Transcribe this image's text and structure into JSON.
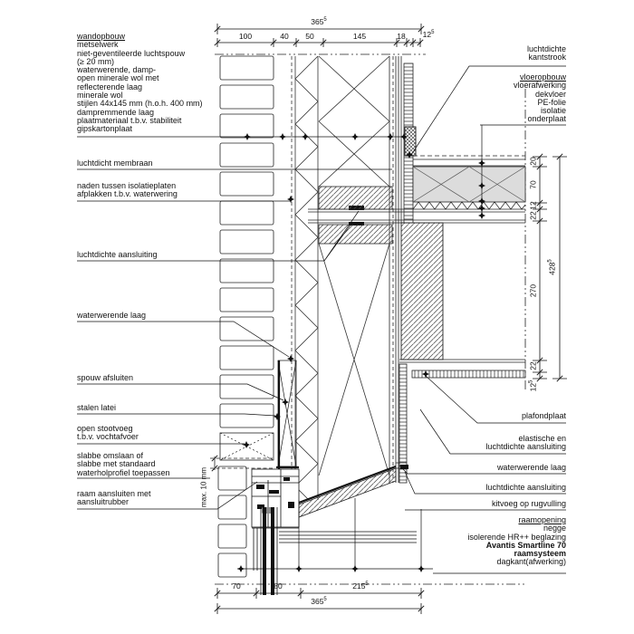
{
  "labels": {
    "left": [
      [
        "wandopbouw",
        "metselwerk",
        "niet-geventileerde luchtspouw",
        "(&#8805; 20 mm)",
        "waterwerende, damp-",
        "open minerale wol met",
        "reflecterende laag",
        "minerale wol",
        "stijlen 44x145 mm (h.o.h. 400 mm)",
        "dampremmende laag",
        "plaatmateriaal t.b.v. stabiliteit",
        "gipskartonplaat"
      ],
      [
        "luchtdicht membraan"
      ],
      [
        "naden tussen isolatieplaten",
        "afplakken t.b.v. waterwering"
      ],
      [
        "luchtdichte aansluiting"
      ],
      [
        "waterwerende laag"
      ],
      [
        "spouw afsluiten"
      ],
      [
        "stalen latei"
      ],
      [
        "open stootvoeg",
        "t.b.v. vochtafvoer"
      ],
      [
        "slabbe omslaan of",
        "slabbe met standaard",
        "waterholprofiel toepassen"
      ],
      [
        "raam aansluiten met",
        "aansluitrubber"
      ]
    ],
    "right": [
      [
        "luchtdichte",
        "kantstrook"
      ],
      [
        "vloeropbouw",
        "vloerafwerking",
        "dekvloer",
        "PE-folie",
        "isolatie",
        "onderplaat"
      ],
      [
        "plafondplaat"
      ],
      [
        "elastische en",
        "luchtdichte aansluiting"
      ],
      [
        "waterwerende laag"
      ],
      [
        "luchtdichte aansluiting"
      ],
      [
        "kitvoeg op rugvulling"
      ],
      [
        "raamopening",
        "negge",
        "isolerende HR++ beglazing",
        "Avantis Smartline 70",
        "raamsysteem",
        "dagkant(afwerking)"
      ]
    ]
  },
  "dims": {
    "top_total": {
      "v": "365",
      "sup": "5"
    },
    "top": [
      {
        "v": "100"
      },
      {
        "v": "40"
      },
      {
        "v": "50"
      },
      {
        "v": "145"
      },
      {
        "v": "18"
      },
      {
        "v": "12",
        "sup": "5"
      }
    ],
    "bottom": [
      {
        "v": "70"
      },
      {
        "v": "80"
      },
      {
        "v": "215",
        "sup": "5"
      }
    ],
    "bottom_total": {
      "v": "365",
      "sup": "5"
    },
    "right": [
      {
        "v": "20"
      },
      {
        "v": "70"
      },
      {
        "v": "12"
      },
      {
        "v": "22"
      },
      {
        "v": "270"
      },
      {
        "v": "22"
      },
      {
        "v": "12",
        "sup": "5"
      }
    ],
    "right_total": {
      "v": "428",
      "sup": "5"
    },
    "max_note": "max. 10 mm"
  }
}
